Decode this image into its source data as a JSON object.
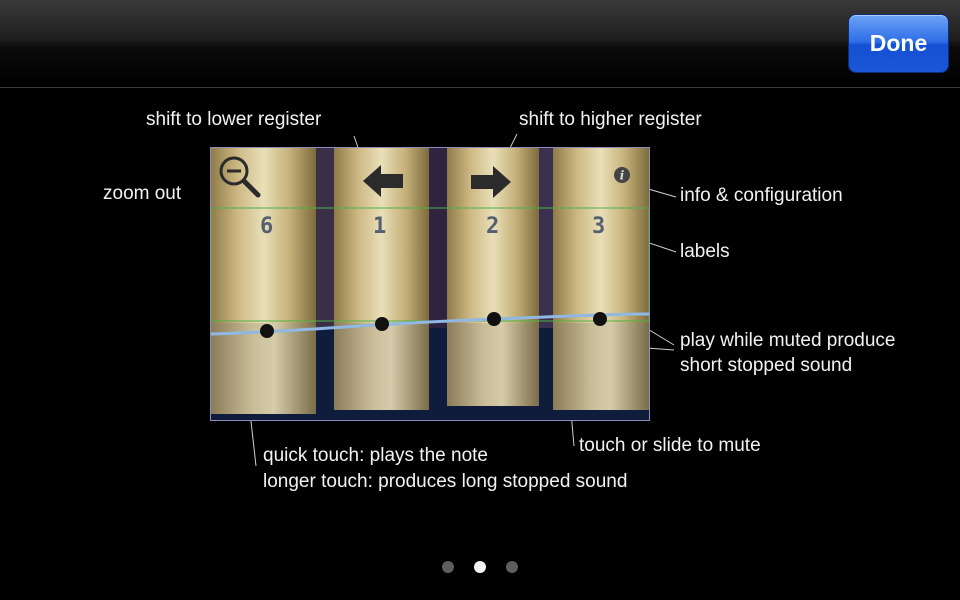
{
  "header": {
    "done_label": "Done"
  },
  "annotations": {
    "shift_lower": "shift to lower register",
    "shift_higher": "shift to higher register",
    "zoom_out": "zoom out",
    "info": "info & configuration",
    "labels": "labels",
    "play_muted_1": "play while muted produce",
    "play_muted_2": "short stopped sound",
    "mute": "touch or slide to mute",
    "quick_touch": "quick touch: plays the note",
    "longer_touch": "longer touch: produces long stopped sound"
  },
  "instrument": {
    "key_labels": [
      "6",
      "1",
      "2",
      "3"
    ],
    "icons": [
      "zoom-out-icon",
      "arrow-left-icon",
      "arrow-right-icon",
      "info-icon"
    ]
  },
  "pagination": {
    "count": 3,
    "active_index": 1
  },
  "colors": {
    "accent": "#1e5bd8",
    "background": "#000000",
    "bamboo": "#c8b47a"
  }
}
